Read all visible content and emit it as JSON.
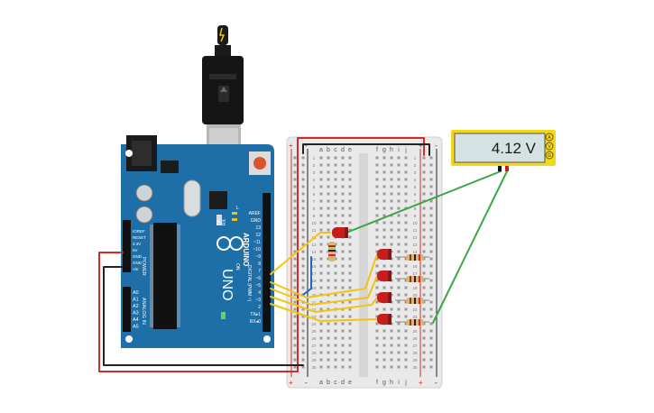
{
  "multimeter": {
    "reading": "4.12 V",
    "ports": [
      "A",
      "V",
      "G"
    ]
  },
  "arduino": {
    "brand": "ARDUINO",
    "model": "UNO",
    "on_label": "ON",
    "tx_label": "TX",
    "rx_label": "RX",
    "l_label": "L",
    "digital_title": "DIGITAL (PWM ~)",
    "digital_pins": [
      "AREF",
      "GND",
      "13",
      "12",
      "~11",
      "~10",
      "~9",
      "8",
      "7",
      "~6",
      "~5",
      "4",
      "~3",
      "2",
      "TX▸1",
      "RX◂0"
    ],
    "power_title": "POWER",
    "power_pins": [
      "IOREF",
      "RESET",
      "3.3V",
      "5V",
      "GND",
      "GND",
      "Vin"
    ],
    "analog_title": "ANALOG IN",
    "analog_pins": [
      "A0",
      "A1",
      "A2",
      "A3",
      "A4",
      "A5"
    ]
  },
  "breadboard": {
    "columns_left": [
      "a",
      "b",
      "c",
      "d",
      "e"
    ],
    "columns_right": [
      "f",
      "g",
      "h",
      "i",
      "j"
    ],
    "rows": [
      "1",
      "2",
      "3",
      "4",
      "5",
      "6",
      "7",
      "8",
      "9",
      "10",
      "11",
      "12",
      "13",
      "14",
      "15",
      "16",
      "17",
      "18",
      "19",
      "20",
      "21",
      "22",
      "23",
      "24",
      "25",
      "26",
      "27",
      "28",
      "29",
      "30"
    ],
    "rail_plus": "+",
    "rail_minus": "-"
  },
  "colors": {
    "arduino_board": "#1e6fa8",
    "breadboard": "#e9e9e9",
    "wire_5v": "#d42a2a",
    "wire_gnd": "#222222",
    "wire_signal": "#f2c40f",
    "wire_blue": "#2567c9",
    "wire_probe": "#3aa845",
    "led_red": "#c81d1d",
    "meter_screen": "#d5e2e4",
    "meter_frame": "#f2d71a"
  }
}
